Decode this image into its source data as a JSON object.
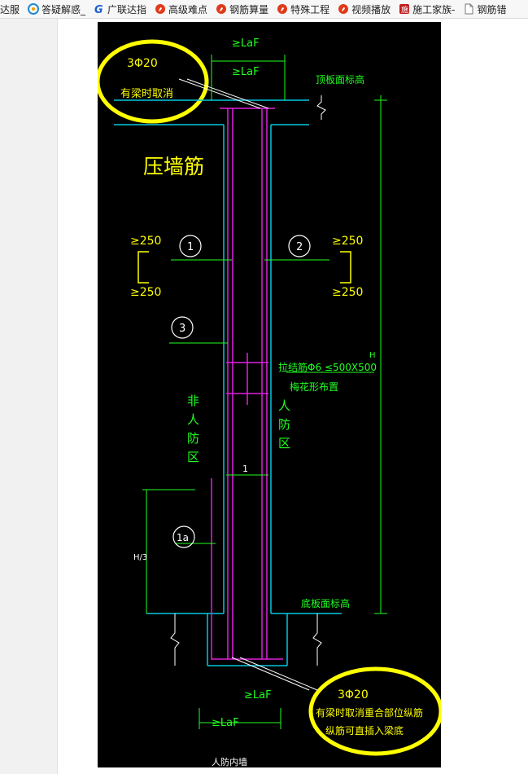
{
  "bookmarks": [
    {
      "label": "达服",
      "icon": "none"
    },
    {
      "label": "答疑解惑_",
      "icon": "qa-icon"
    },
    {
      "label": "广联达指",
      "icon": "g-logo-icon"
    },
    {
      "label": "高级难点",
      "icon": "fire-icon"
    },
    {
      "label": "钢筋算量",
      "icon": "fire-icon"
    },
    {
      "label": "特殊工程",
      "icon": "fire-icon"
    },
    {
      "label": "视频播放",
      "icon": "fire-icon"
    },
    {
      "label": "施工家族-",
      "icon": "construction-icon"
    },
    {
      "label": "钢筋错",
      "icon": "page-icon"
    }
  ],
  "drawing": {
    "title": "压墙筋",
    "top_note": {
      "bars": "3Φ20",
      "text": "有梁时取消"
    },
    "bottom_note": {
      "bars": "3Φ20",
      "text1": "有梁时取消重合部位纵筋",
      "text2": "纵筋可直插入梁底"
    },
    "laf": "≥LaF",
    "top_elev": "顶板面标高",
    "bottom_elev": "底板面标高",
    "d250": "≥250",
    "tie": "拉结筋Φ6 ≤500X500",
    "tie2": "梅花形布置",
    "non_civil": [
      "非",
      "人",
      "防",
      "区"
    ],
    "civil": [
      "人",
      "防",
      "区"
    ],
    "h_label": "H",
    "h3_label": "H/3",
    "one": "1",
    "callouts": {
      "c1": "1",
      "c2": "2",
      "c3": "3",
      "c1a": "1a"
    },
    "footer": "人防内墙"
  },
  "colors": {
    "cyan": "#00c8e0",
    "magenta": "#e020e0",
    "green": "#20ff20",
    "yellow": "#ffff00",
    "white": "#ffffff"
  }
}
